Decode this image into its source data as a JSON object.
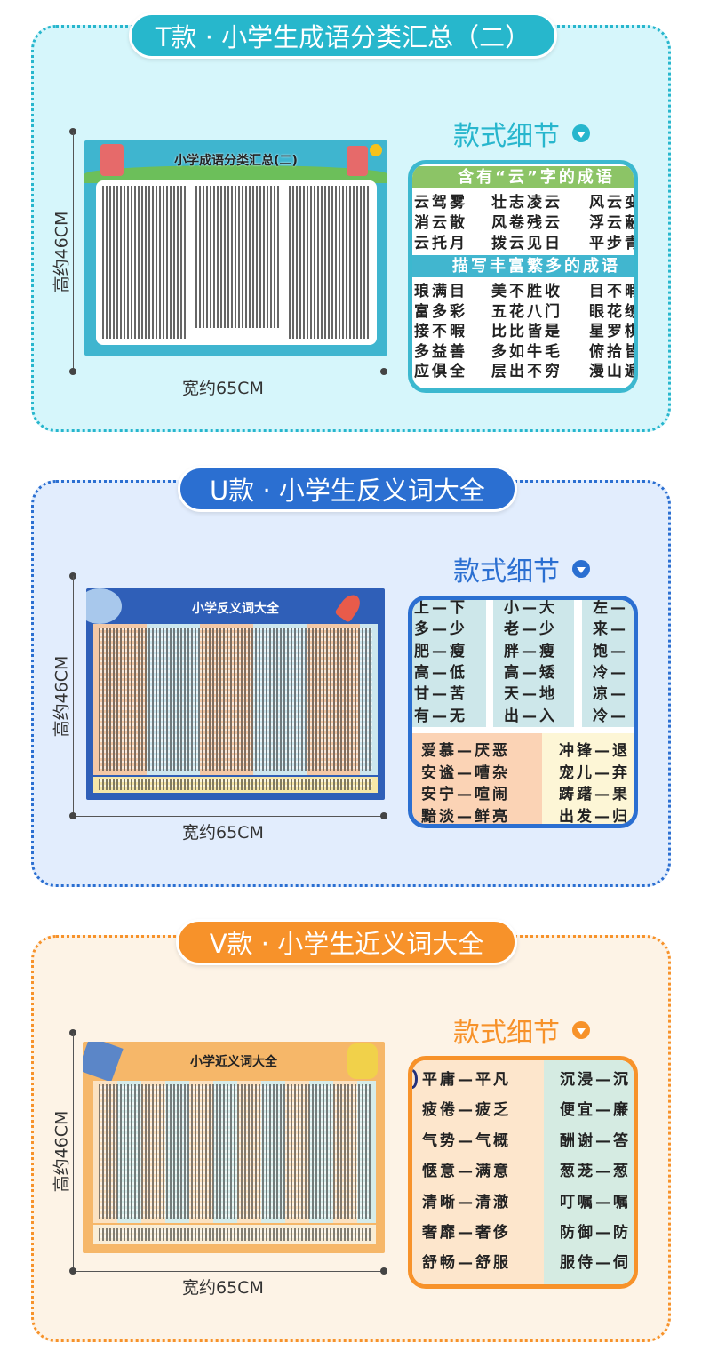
{
  "sections": [
    {
      "banner": "T款 · 小学生成语分类汇总（二）",
      "detail_label": "款式细节",
      "height_label": "高约46CM",
      "width_label": "宽约65CM",
      "poster_title": "小学成语分类汇总(二)",
      "accent": "#27b6cd",
      "headers": [
        "含有“云”字的成语",
        "描写丰富繁多的成语"
      ],
      "group1": [
        [
          "腾云驾雾",
          "壮志凌云",
          "风云变"
        ],
        [
          "烟消云散",
          "风卷残云",
          "浮云蔽"
        ],
        [
          "烘云托月",
          "拨云见日",
          "平步青"
        ]
      ],
      "group2": [
        [
          "琳琅满目",
          "美不胜收",
          "目不暇"
        ],
        [
          "丰富多彩",
          "五花八门",
          "眼花缭"
        ],
        [
          "应接不暇",
          "比比皆是",
          "星罗棋"
        ],
        [
          "多多益善",
          "多如牛毛",
          "俯拾皆"
        ],
        [
          "一应俱全",
          "层出不穷",
          "漫山遍"
        ]
      ]
    },
    {
      "banner": "U款 · 小学生反义词大全",
      "detail_label": "款式细节",
      "height_label": "高约46CM",
      "width_label": "宽约65CM",
      "poster_title": "小学反义词大全",
      "accent": "#2b6fd1",
      "top": [
        [
          "上—下",
          "小—大",
          "左—"
        ],
        [
          "多—少",
          "老—少",
          "来—"
        ],
        [
          "肥—瘦",
          "胖—瘦",
          "饱—"
        ],
        [
          "高—低",
          "高—矮",
          "冷—"
        ],
        [
          "甘—苦",
          "天—地",
          "凉—"
        ],
        [
          "有—无",
          "出—入",
          "冷—"
        ]
      ],
      "bottom": [
        [
          "爱慕—厌恶",
          "冲锋—退"
        ],
        [
          "安谧—嘈杂",
          "宠儿—弃"
        ],
        [
          "安宁—喧闹",
          "踌躇—果"
        ],
        [
          "黯淡—鲜亮",
          "出发—归"
        ]
      ]
    },
    {
      "banner": "V款 · 小学生近义词大全",
      "detail_label": "款式细节",
      "height_label": "高约46CM",
      "width_label": "宽约65CM",
      "poster_title": "小学近义词大全",
      "accent": "#f7922a",
      "rows": [
        [
          "平庸—平凡",
          "沉浸—沉"
        ],
        [
          "疲倦—疲乏",
          "便宜—廉"
        ],
        [
          "气势—气概",
          "酬谢—答"
        ],
        [
          "惬意—满意",
          "葱茏—葱"
        ],
        [
          "清晰—清澈",
          "叮嘱—嘱"
        ],
        [
          "奢靡—奢侈",
          "防御—防"
        ],
        [
          "舒畅—舒服",
          "服侍—伺"
        ]
      ]
    }
  ]
}
